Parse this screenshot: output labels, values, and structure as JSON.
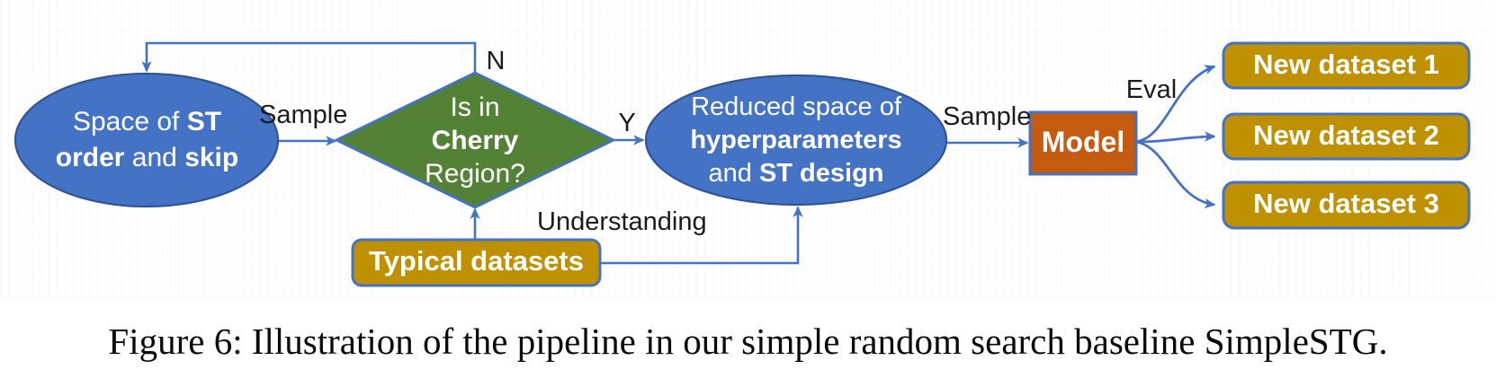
{
  "caption": "Figure 6: Illustration of the pipeline in our simple random search baseline SimpleSTG.",
  "colors": {
    "node_blue": "#4472C4",
    "node_blue_border": "#2F5597",
    "node_green": "#538135",
    "node_gold": "#BF9000",
    "node_orange": "#C55A11",
    "arrow_blue": "#4472C4",
    "node_text": "#ffffff",
    "label_text": "#1c1c1c"
  },
  "nodes": {
    "space": {
      "l1a": "Space of ",
      "l1b": "ST",
      "l2a": "order",
      "l2b": " and ",
      "l2c": "skip"
    },
    "cherry": {
      "l1": "Is in",
      "l2": "Cherry",
      "l3": "Region?"
    },
    "reduced": {
      "l1": "Reduced space of",
      "l2": "hyperparameters",
      "l3a": "and ",
      "l3b": "ST design"
    },
    "model": "Model",
    "typical": "Typical datasets",
    "datasets": [
      "New dataset 1",
      "New dataset 2",
      "New dataset 3"
    ]
  },
  "edge_labels": {
    "sample1": "Sample",
    "no": "N",
    "yes": "Y",
    "sample2": "Sample",
    "understanding": "Understanding",
    "eval": "Eval"
  }
}
